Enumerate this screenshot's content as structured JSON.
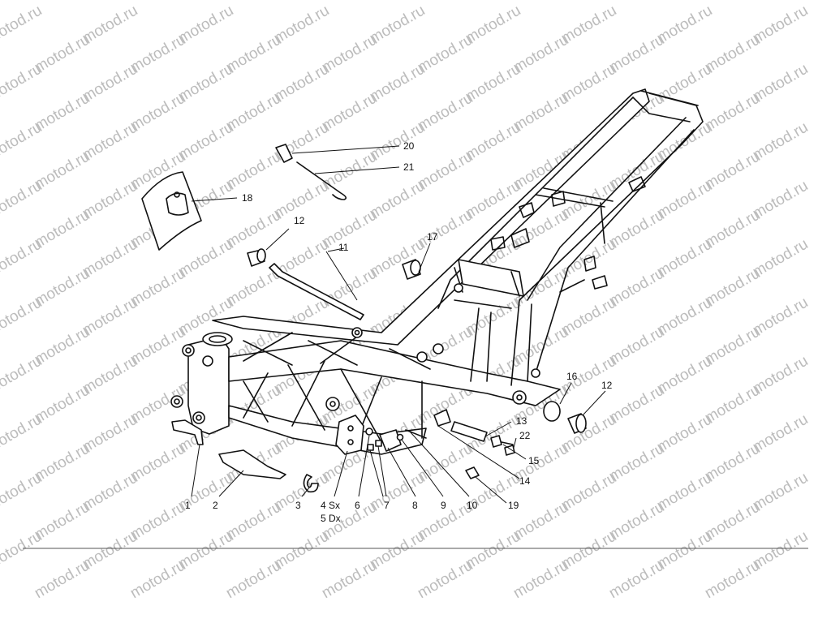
{
  "watermark_text": "motod.ru",
  "callouts": [
    {
      "id": "c1",
      "text": "1"
    },
    {
      "id": "c2",
      "text": "2"
    },
    {
      "id": "c3",
      "text": "3"
    },
    {
      "id": "c4",
      "text": "4 Sx"
    },
    {
      "id": "c5",
      "text": "5 Dx"
    },
    {
      "id": "c6",
      "text": "6"
    },
    {
      "id": "c7",
      "text": "7"
    },
    {
      "id": "c8",
      "text": "8"
    },
    {
      "id": "c9",
      "text": "9"
    },
    {
      "id": "c10",
      "text": "10"
    },
    {
      "id": "c11",
      "text": "11"
    },
    {
      "id": "c12a",
      "text": "12"
    },
    {
      "id": "c12b",
      "text": "12"
    },
    {
      "id": "c13",
      "text": "13"
    },
    {
      "id": "c14",
      "text": "14"
    },
    {
      "id": "c15",
      "text": "15"
    },
    {
      "id": "c16",
      "text": "16"
    },
    {
      "id": "c17",
      "text": "17"
    },
    {
      "id": "c18",
      "text": "18"
    },
    {
      "id": "c19",
      "text": "19"
    },
    {
      "id": "c20",
      "text": "20"
    },
    {
      "id": "c21",
      "text": "21"
    },
    {
      "id": "c22",
      "text": "22"
    }
  ]
}
